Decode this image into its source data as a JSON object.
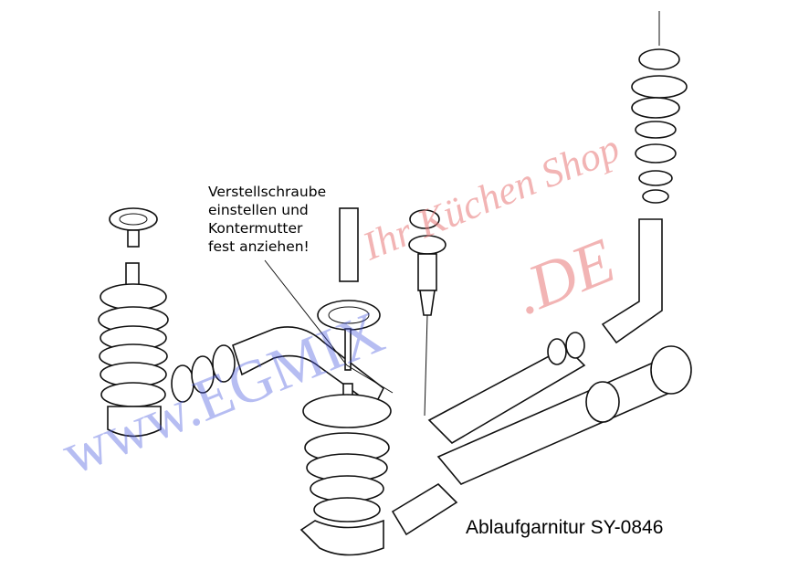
{
  "annotation": {
    "lines": [
      "Verstellschraube",
      "einstellen und",
      "Kontermutter",
      "fest anziehen!"
    ]
  },
  "caption": "Ablaufgarnitur SY-0846",
  "watermark": {
    "slogan": "Ihr Küchen Shop",
    "site_prefix": "www.",
    "brand": "EGMIX",
    "tld": ".DE"
  },
  "colors": {
    "watermark_red": "#e87878",
    "watermark_blue": "#4b5be0"
  }
}
